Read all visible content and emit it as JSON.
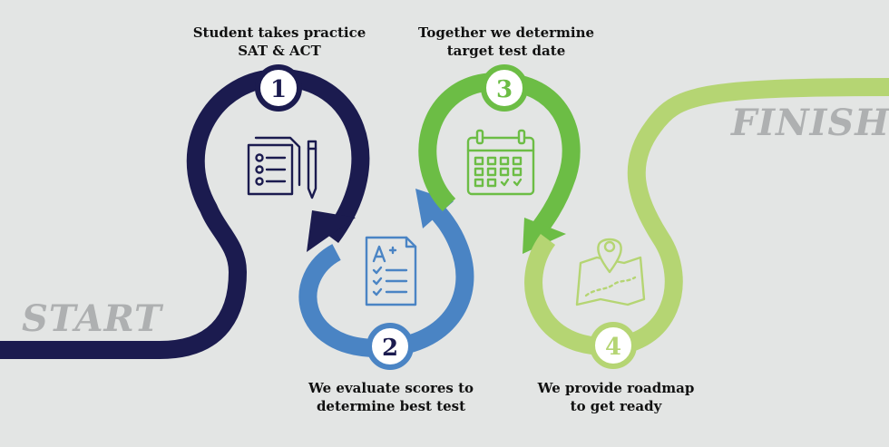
{
  "labels": {
    "start": "START",
    "finish": "FINISH"
  },
  "steps": [
    {
      "number": "1",
      "line1": "Student takes practice",
      "line2": "SAT & ACT",
      "icon": "document-list-pencil-icon",
      "color": "#1b1b4f"
    },
    {
      "number": "2",
      "line1": "We evaluate scores to",
      "line2": "determine best test",
      "icon": "graded-test-icon",
      "color": "#4a84c4"
    },
    {
      "number": "3",
      "line1": "Together we determine",
      "line2": "target test date",
      "icon": "calendar-icon",
      "color": "#6cbd45"
    },
    {
      "number": "4",
      "line1": "We provide roadmap",
      "line2": "to get ready",
      "icon": "map-pin-icon",
      "color": "#b5d573"
    }
  ]
}
